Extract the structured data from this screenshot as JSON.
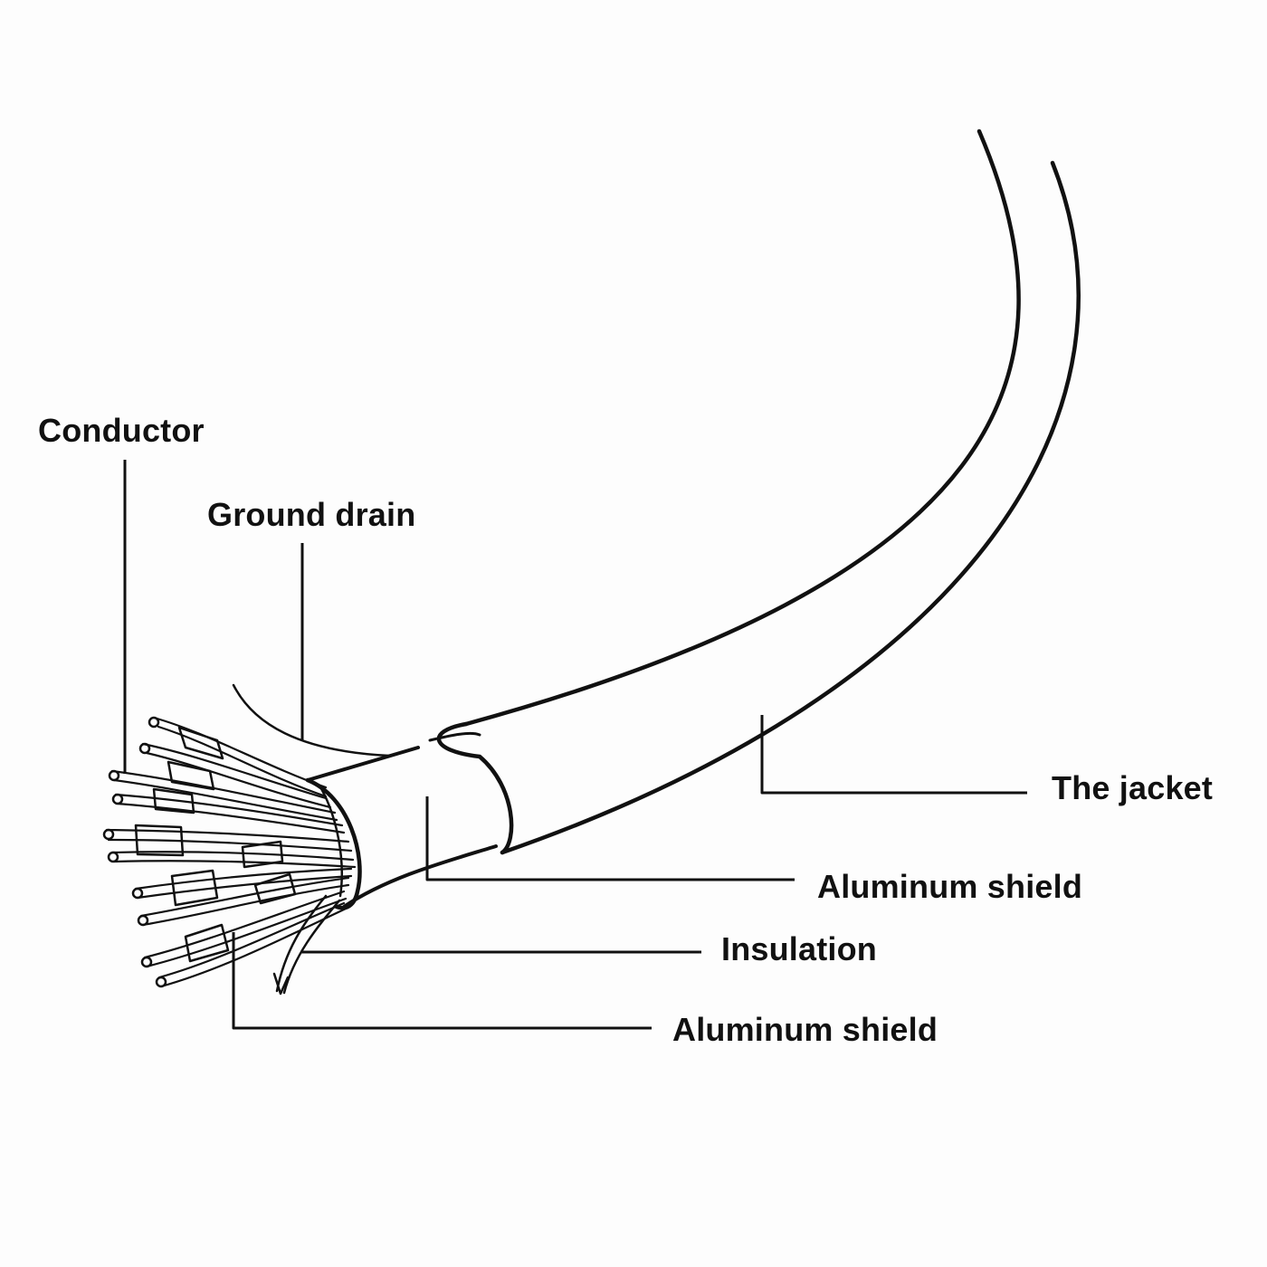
{
  "diagram": {
    "labels": {
      "conductor": "Conductor",
      "ground_drain": "Ground drain",
      "jacket": "The jacket",
      "aluminum_shield_outer": "Aluminum shield",
      "insulation": "Insulation",
      "aluminum_shield_inner": "Aluminum shield"
    },
    "colors": {
      "ink": "#111111",
      "background": "#fdfdfd"
    }
  }
}
